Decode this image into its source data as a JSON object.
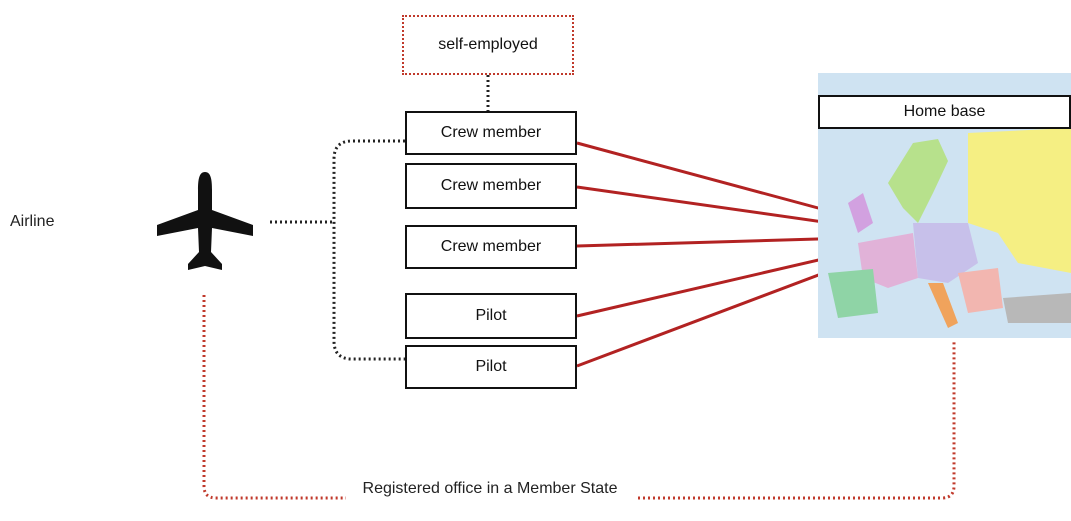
{
  "airline_label": "Airline",
  "self_employed": "self-employed",
  "boxes": [
    {
      "label": "Crew member"
    },
    {
      "label": "Crew member"
    },
    {
      "label": "Crew member"
    },
    {
      "label": "Pilot"
    },
    {
      "label": "Pilot"
    }
  ],
  "home_base": "Home base",
  "registered_office": "Registered office in a Member State",
  "icons": {
    "airplane": "airplane-icon",
    "map": "europe-map"
  },
  "colors": {
    "accent": "#c0392b",
    "line": "#b22222",
    "dotted": "#222222"
  }
}
